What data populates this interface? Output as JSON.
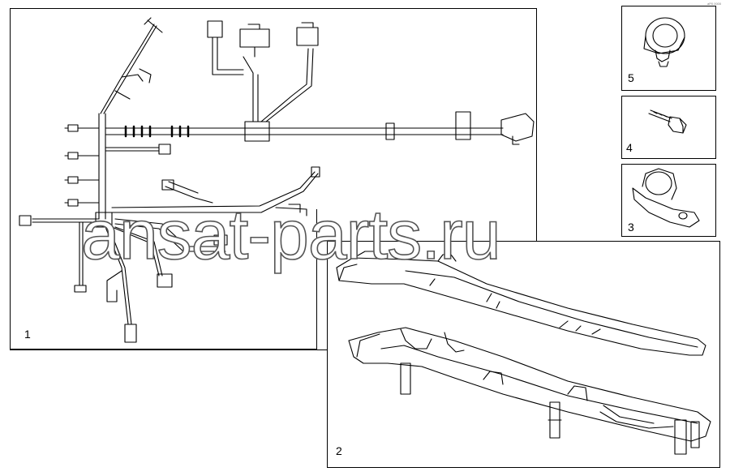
{
  "callouts": {
    "p1": "1",
    "p2": "2",
    "p3": "3",
    "p4": "4",
    "p5": "5"
  },
  "watermark": "ansat-parts.ru",
  "image_code": "aP0 0000",
  "colors": {
    "line": "#000000",
    "watermark_outline": "#555555",
    "background": "#ffffff"
  }
}
